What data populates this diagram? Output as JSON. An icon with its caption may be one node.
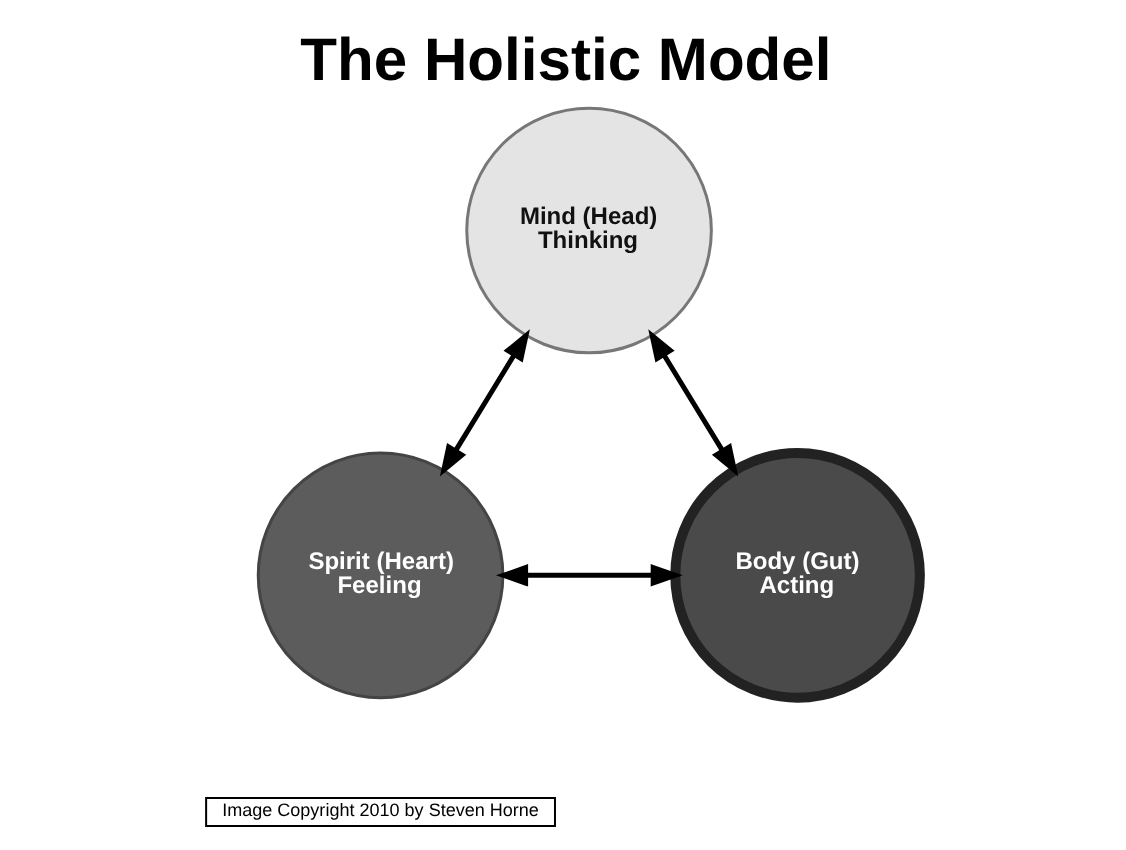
{
  "diagram": {
    "title": "The Holistic Model",
    "nodes": [
      {
        "text": [
          "Mind (Head)",
          "Thinking"
        ]
      },
      {
        "text": [
          "Spirit (Heart)",
          "Feeling"
        ]
      },
      {
        "text": [
          "Body (Gut)",
          "Acting"
        ]
      }
    ],
    "edges": [
      {
        "from": 1,
        "to": 0,
        "arrow": "both"
      },
      {
        "from": 0,
        "to": 2,
        "arrow": "both"
      },
      {
        "from": 1,
        "to": 2,
        "arrow": "both"
      }
    ],
    "labels": [
      "Image Copyright 2010 by Steven Horne"
    ]
  }
}
